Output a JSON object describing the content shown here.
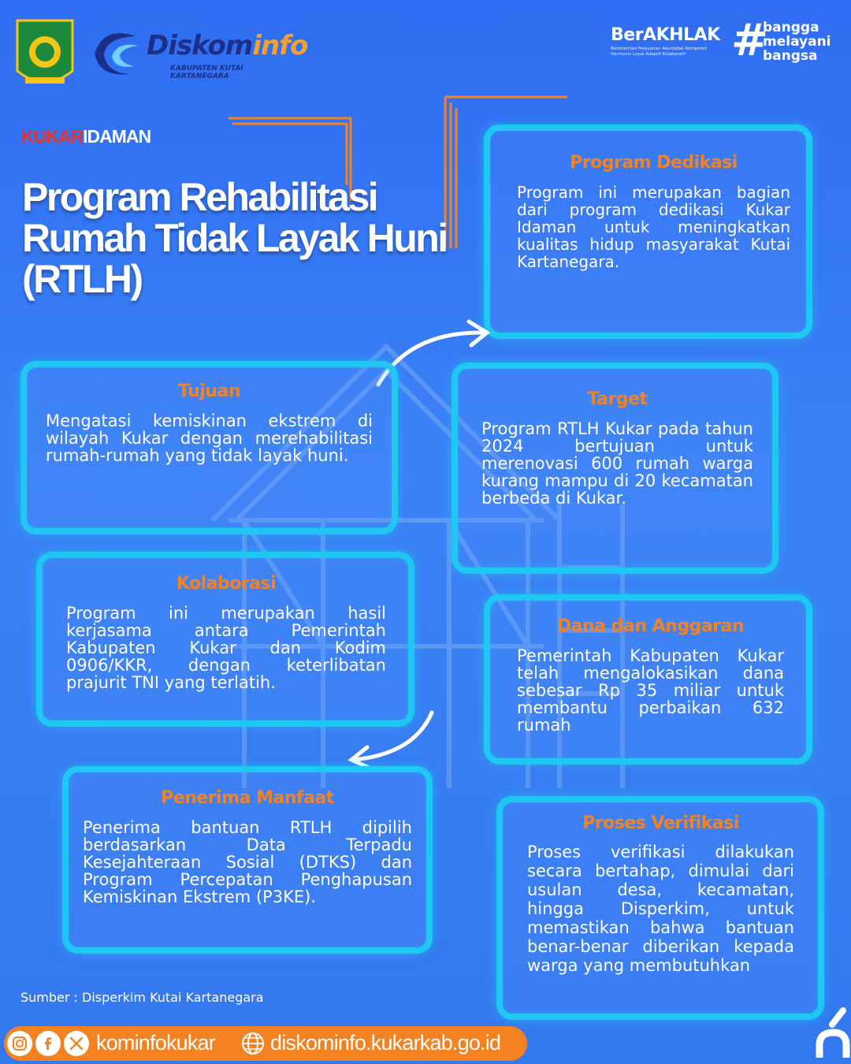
{
  "header": {
    "agency_name_part1": "Diskom",
    "agency_name_part2": "info",
    "agency_subtitle": "KABUPATEN KUTAI KARTANEGARA",
    "berakhlak_title": "BerAKHLAK",
    "berakhlak_subtitle": "Berorientasi Pelayanan Akuntabel Kompeten Harmonis Loyal Adaptif Kolaboratif",
    "bangga_lines": [
      "bangga",
      "melayani",
      "bangsa"
    ]
  },
  "tagline": {
    "part1": "KUKAR",
    "part2": "IDAMAN"
  },
  "title_lines": [
    "Program Rehabilitasi",
    "Rumah Tidak Layak Huni",
    "(RTLH)"
  ],
  "cards": {
    "dedikasi": {
      "title": "Program Dedikasi",
      "text": "Program ini merupakan bagian dari program dedikasi Kukar Idaman untuk meningkatkan kualitas hidup masyarakat Kutai Kartanegara."
    },
    "tujuan": {
      "title": "Tujuan",
      "text": "Mengatasi kemiskinan ekstrem di wilayah Kukar dengan merehabilitasi rumah-rumah yang tidak layak huni."
    },
    "target": {
      "title": "Target",
      "text": "Program RTLH Kukar pada tahun 2024 bertujuan untuk merenovasi 600 rumah warga kurang mampu di 20 kecamatan berbeda di Kukar."
    },
    "kolaborasi": {
      "title": "Kolaborasi",
      "text": "Program ini merupakan hasil kerjasama antara Pemerintah Kabupaten Kukar dan Kodim 0906/KKR, dengan keterlibatan prajurit TNI yang terlatih."
    },
    "dana": {
      "title": "Dana dan Anggaran",
      "text": "Pemerintah Kabupaten Kukar telah mengalokasikan dana sebesar Rp 35 miliar untuk membantu perbaikan 632 rumah"
    },
    "penerima": {
      "title": "Penerima Manfaat",
      "text": "Penerima bantuan RTLH dipilih berdasarkan Data Terpadu Kesejahteraan Sosial (DTKS) dan Program Percepatan Penghapusan Kemiskinan Ekstrem (P3KE)."
    },
    "verifikasi": {
      "title": "Proses Verifikasi",
      "text": "Proses verifikasi dilakukan secara bertahap, dimulai dari usulan desa, kecamatan, hingga Disperkim, untuk memastikan bahwa bantuan benar-benar diberikan kepada warga yang membutuhkan"
    }
  },
  "source": "Sumber : Disperkim Kutai Kartanegara",
  "footer": {
    "social_handle": "kominfokukar",
    "website": "diskominfo.kukarkab.go.id",
    "icons": [
      "instagram-icon",
      "facebook-icon",
      "x-icon",
      "globe-icon"
    ]
  },
  "colors": {
    "background": "#3478f0",
    "card_border": "#1ec8f2",
    "card_title": "#f58220",
    "footer_bar": "#f58220",
    "kukar_red": "#e8322a"
  }
}
